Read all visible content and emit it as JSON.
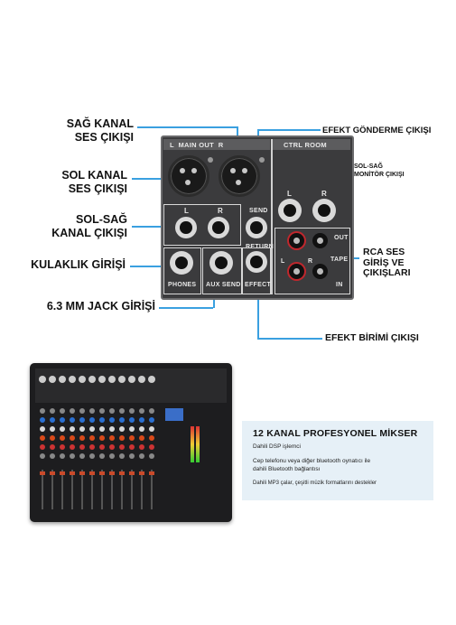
{
  "left_labels": {
    "sag_kanal": [
      "SAĞ KANAL",
      "SES ÇIKIŞI"
    ],
    "sol_kanal": [
      "SOL KANAL",
      "SES ÇIKIŞI"
    ],
    "sol_sag_kanal": [
      "SOL-SAĞ",
      "KANAL ÇIKIŞI"
    ],
    "kulaklik": "KULAKLIK GİRİŞİ",
    "jack": "6.3 MM JACK GİRİŞİ"
  },
  "right_labels": {
    "efekt_gonderme": "EFEKT GÖNDERME ÇIKIŞI",
    "monitor": [
      "SOL-SAĞ",
      "MONİTÖR ÇIKIŞI"
    ],
    "rca": [
      "RCA SES",
      "GİRİŞ VE",
      "ÇIKIŞLARI"
    ],
    "efekt_birimi": "EFEKT BİRİMİ ÇIKIŞI"
  },
  "panel": {
    "main_out": "L  MAIN OUT  R",
    "ctrl_room": "CTRL ROOM",
    "l": "L",
    "r": "R",
    "send": "SEND",
    "return": "RETURN",
    "phones": "PHONES",
    "aux_send": "AUX SEND",
    "effect": "EFFECT",
    "out": "OUT",
    "tape": "TAPE",
    "in": "IN"
  },
  "info": {
    "title": "12 KANAL PROFESYONEL MİKSER",
    "line1": "Dahili DSP işlemci",
    "line2a": "Cep telefonu veya diğer bluetooth oynatıcı ile",
    "line2b": "dahili Bluetooth bağlantısı",
    "line3": "Dahili MP3 çalar, çeşitli müzik formatlarını destekler"
  },
  "colors": {
    "accent_line": "#3aa0e0",
    "panel": "#3b3b3d",
    "info_bg": "#e6f0f7"
  }
}
